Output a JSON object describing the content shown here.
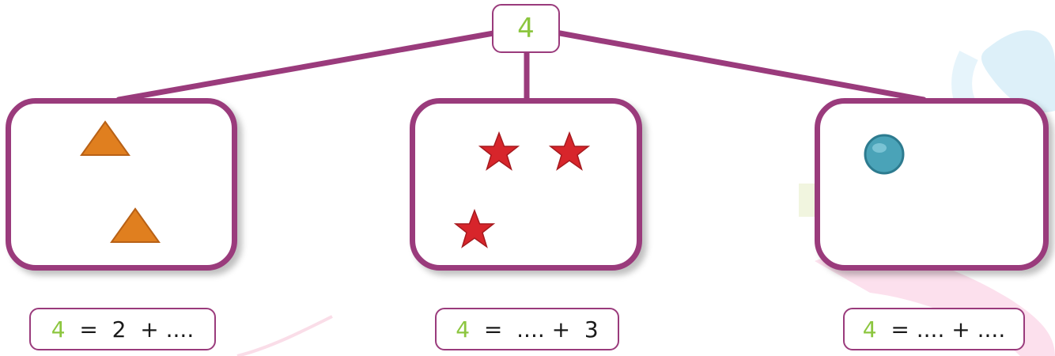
{
  "total": "4",
  "groups": [
    {
      "shape": "triangle",
      "count": 2
    },
    {
      "shape": "star",
      "count": 3
    },
    {
      "shape": "circle",
      "count": 1
    }
  ],
  "equations": [
    {
      "total": "4",
      "rest": "  =  2  + ...."
    },
    {
      "total": "4",
      "rest": "  =  .... +  3"
    },
    {
      "total": "4",
      "rest": "  = .... + ...."
    }
  ],
  "colors": {
    "frame": "#9a3b7c",
    "number": "#8cc63f",
    "triangle": "#e07f1f",
    "star": "#d7252b",
    "circle": "#4aa3b8"
  }
}
